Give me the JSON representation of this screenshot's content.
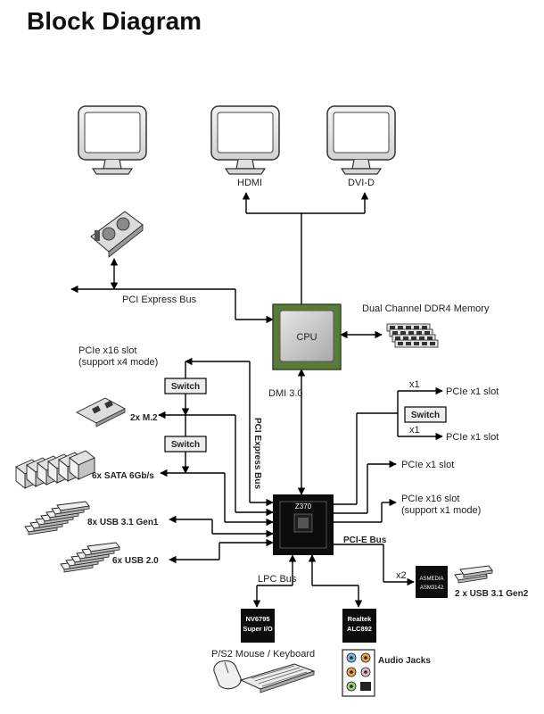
{
  "title": "Block Diagram",
  "labels": {
    "hdmi": "HDMI",
    "dvid": "DVI-D",
    "pci_express_bus_top": "PCI Express Bus",
    "cpu": "CPU",
    "memory": "Dual Channel DDR4 Memory",
    "pcie_x16_slot_1": "PCIe x16 slot",
    "pcie_x16_slot_1_note": "(support x4 mode)",
    "switch_top": "Switch",
    "m2": "2x M.2",
    "switch_mid": "Switch",
    "sata": "6x SATA 6Gb/s",
    "usb31_gen1": "8x USB 3.1 Gen1",
    "usb20": "6x USB 2.0",
    "pci_express_bus_vertical": "PCI Express Bus",
    "dmi": "DMI 3.0",
    "x1_top": "x1",
    "x1_bottom": "x1",
    "pcie_x1_slot_a": "PCIe x1 slot",
    "switch_right": "Switch",
    "pcie_x1_slot_b": "PCIe x1 slot",
    "pcie_x1_slot_c": "PCIe x1 slot",
    "pcie_x16_slot_2": "PCIe x16 slot",
    "pcie_x16_slot_2_note": "(support x1 mode)",
    "chipset": "Z370",
    "pcie_bus_right": "PCI-E Bus",
    "x2": "x2",
    "asmedia_1": "ASMEDIA",
    "asmedia_2": "ASM3142",
    "usb31_gen2": "2 x USB 3.1 Gen2",
    "lpc_bus": "LPC Bus",
    "superio_1": "NV6795",
    "superio_2": "Super I/O",
    "realtek_1": "Realtek",
    "realtek_2": "ALC892",
    "ps2": "P/S2 Mouse / Keyboard",
    "audio_jacks": "Audio Jacks"
  },
  "colors": {
    "cpu_pcb": "#5a7a3a",
    "cpu_lid": "#c8c8c8",
    "chip": "#0c0c0c",
    "line": "#000000"
  }
}
